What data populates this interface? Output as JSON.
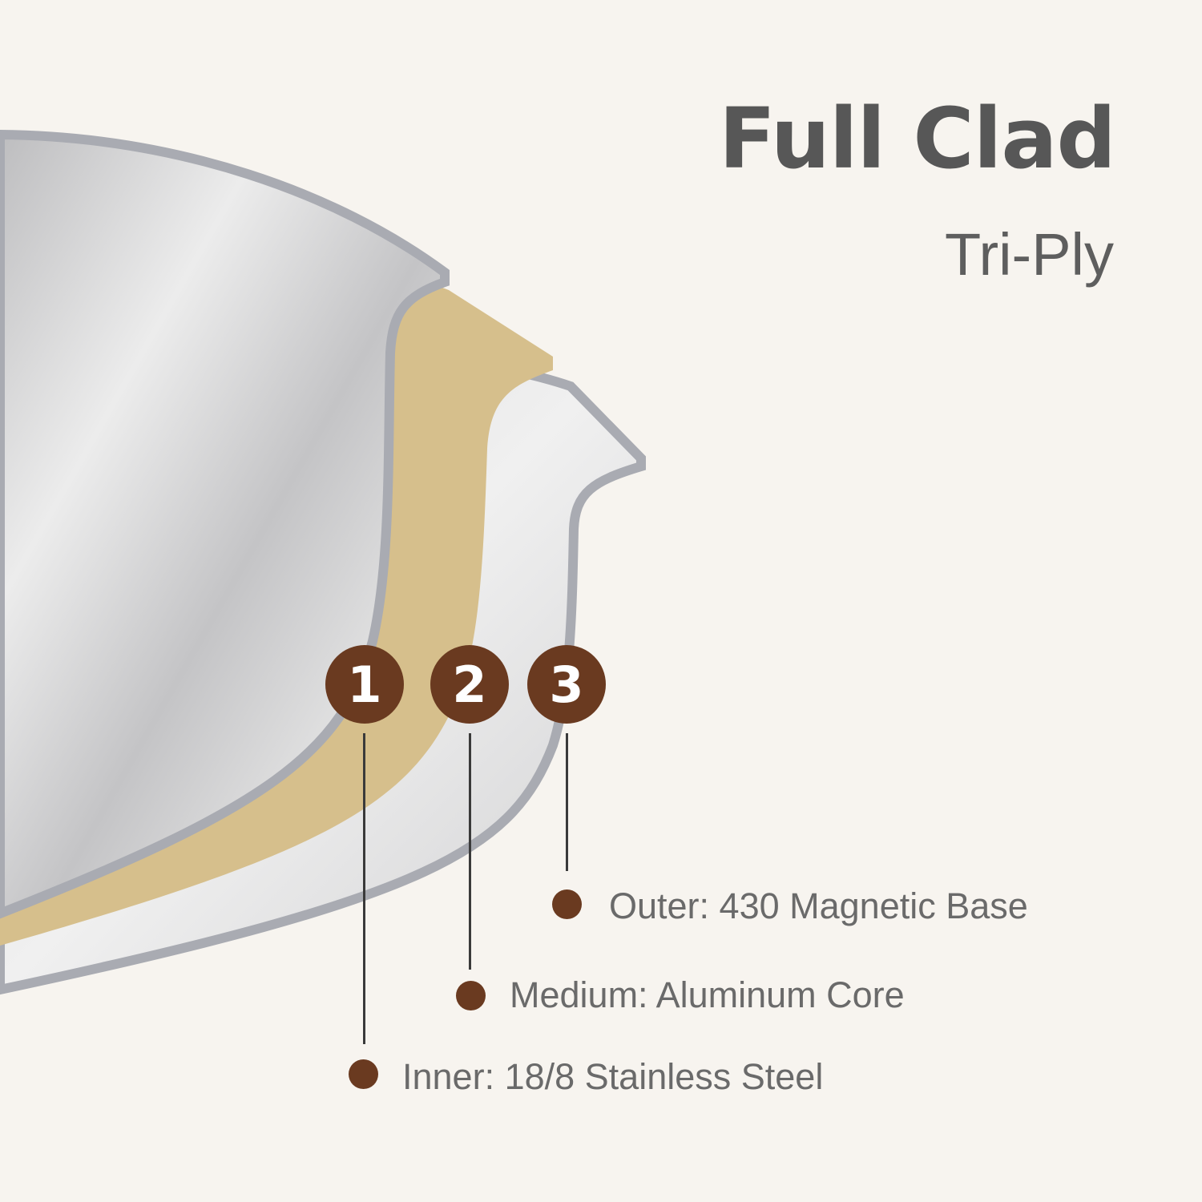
{
  "header": {
    "title": "Full Clad",
    "subtitle": "Tri-Ply"
  },
  "layers": [
    {
      "number": "1",
      "label": "Inner: 18/8 Stainless Steel"
    },
    {
      "number": "2",
      "label": "Medium: Aluminum Core"
    },
    {
      "number": "3",
      "label": "Outer: 430 Magnetic Base"
    }
  ],
  "colors": {
    "background": "#f7f4ef",
    "badge": "#6a3a20",
    "aluminum": "#d6bf8c",
    "steel": "#c9c9cb"
  }
}
